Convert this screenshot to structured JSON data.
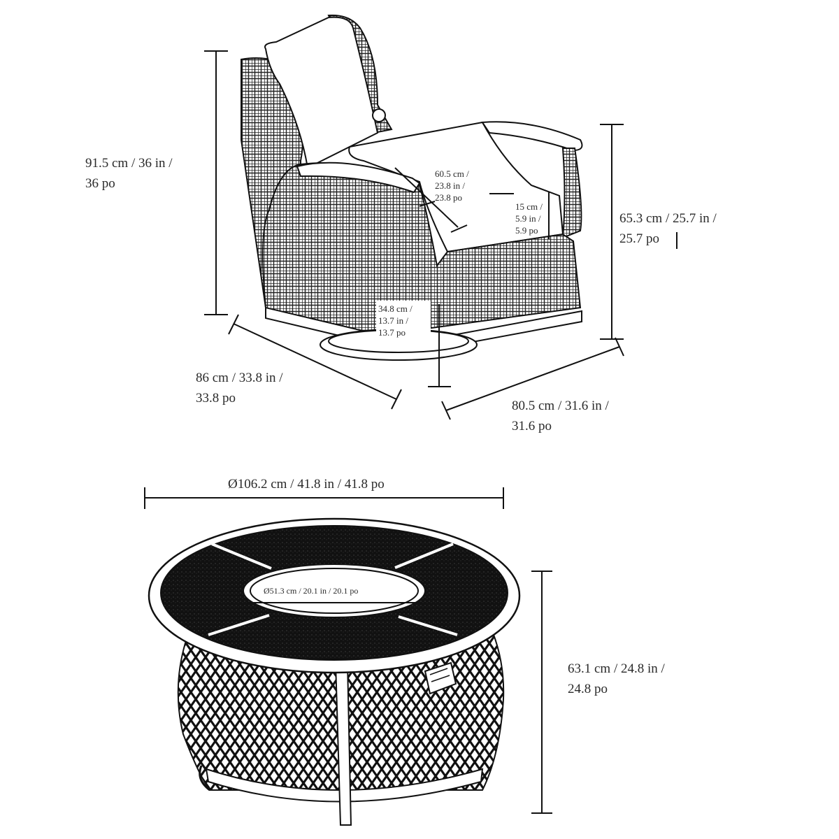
{
  "diagram": {
    "type": "product-dimension-drawing",
    "items": [
      "swivel-glider-chair",
      "round-fire-pit-table"
    ]
  },
  "chair": {
    "height": {
      "line1": "91.5 cm / 36 in /",
      "line2": "36 po"
    },
    "depth": {
      "line1": "86 cm / 33.8 in /",
      "line2": "33.8 po"
    },
    "width": {
      "line1": "80.5 cm / 31.6 in /",
      "line2": "31.6 po"
    },
    "arm_height": {
      "line1": "65.3 cm / 25.7 in /",
      "line2": "25.7 po"
    },
    "seat_depth": {
      "line1": "60.5 cm /",
      "line2": "23.8 in /",
      "line3": "23.8 po"
    },
    "cushion_thickness": {
      "line1": "15 cm /",
      "line2": "5.9 in /",
      "line3": "5.9 po"
    },
    "seat_height": {
      "line1": "34.8 cm /",
      "line2": "13.7 in /",
      "line3": "13.7 po"
    }
  },
  "fire_pit": {
    "diameter": "Ø106.2 cm / 41.8 in / 41.8 po",
    "burner_diameter": "Ø51.3 cm / 20.1 in / 20.1 po",
    "height": {
      "line1": "63.1 cm / 24.8 in /",
      "line2": "24.8 po"
    }
  },
  "colors": {
    "line": "#111111",
    "text": "#2a2a2a",
    "background": "#ffffff"
  }
}
